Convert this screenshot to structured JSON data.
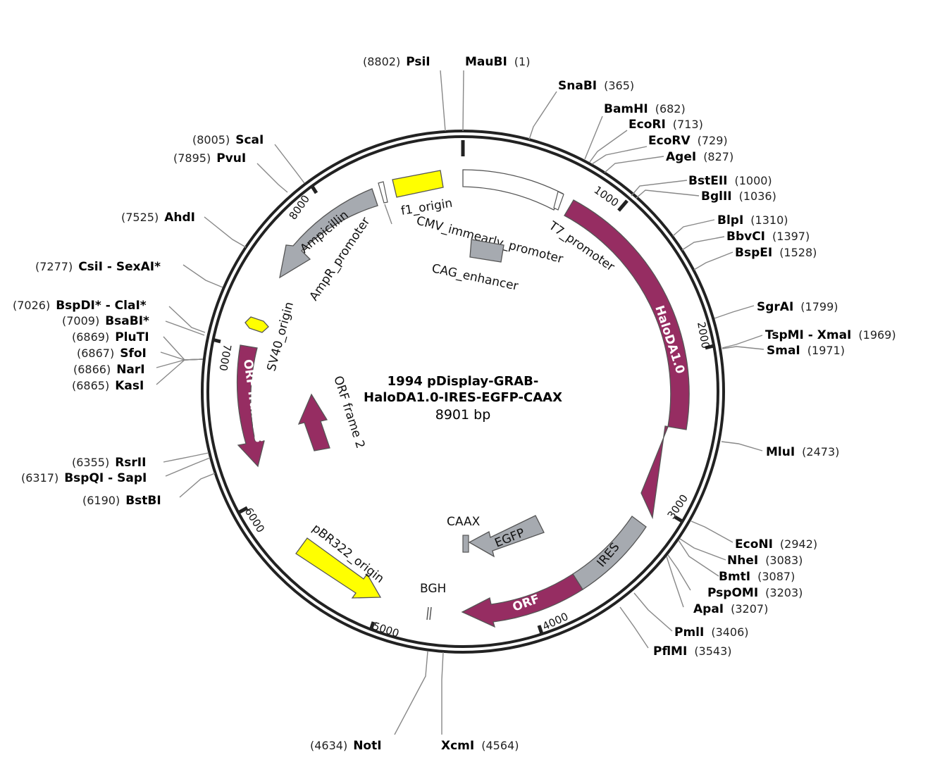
{
  "map": {
    "title_line1": "1994 pDisplay-GRAB-",
    "title_line2": "HaloDA1.0-IRES-EGFP-CAAX",
    "length_label": "8901 bp",
    "colors": {
      "orf": "#962d62",
      "origin": "#ffff00",
      "misc": "#a6aab0",
      "promoter": "#ffffff",
      "backbone": "#222222"
    }
  },
  "ticks": [
    "1000",
    "2000",
    "3000",
    "4000",
    "5000",
    "6000",
    "7000",
    "8000"
  ],
  "sites": [
    {
      "name": "PsiI",
      "pos": "(8802)"
    },
    {
      "name": "MauBI",
      "pos": "(1)"
    },
    {
      "name": "SnaBI",
      "pos": "(365)"
    },
    {
      "name": "BamHI",
      "pos": "(682)"
    },
    {
      "name": "EcoRI",
      "pos": "(713)"
    },
    {
      "name": "EcoRV",
      "pos": "(729)"
    },
    {
      "name": "AgeI",
      "pos": "(827)"
    },
    {
      "name": "BstEII",
      "pos": "(1000)"
    },
    {
      "name": "BglII",
      "pos": "(1036)"
    },
    {
      "name": "BlpI",
      "pos": "(1310)"
    },
    {
      "name": "BbvCI",
      "pos": "(1397)"
    },
    {
      "name": "BspEI",
      "pos": "(1528)"
    },
    {
      "name": "SgrAI",
      "pos": "(1799)"
    },
    {
      "name": "TspMI - XmaI",
      "pos": "(1969)"
    },
    {
      "name": "SmaI",
      "pos": "(1971)"
    },
    {
      "name": "MluI",
      "pos": "(2473)"
    },
    {
      "name": "EcoNI",
      "pos": "(2942)"
    },
    {
      "name": "NheI",
      "pos": "(3083)"
    },
    {
      "name": "BmtI",
      "pos": "(3087)"
    },
    {
      "name": "PspOMI",
      "pos": "(3203)"
    },
    {
      "name": "ApaI",
      "pos": "(3207)"
    },
    {
      "name": "PmlI",
      "pos": "(3406)"
    },
    {
      "name": "PflMI",
      "pos": "(3543)"
    },
    {
      "name": "XcmI",
      "pos": "(4564)"
    },
    {
      "name": "NotI",
      "pos": "(4634)"
    },
    {
      "name": "BstBI",
      "pos": "(6190)"
    },
    {
      "name": "BspQI - SapI",
      "pos": "(6317)"
    },
    {
      "name": "RsrII",
      "pos": "(6355)"
    },
    {
      "name": "KasI",
      "pos": "(6865)"
    },
    {
      "name": "NarI",
      "pos": "(6866)"
    },
    {
      "name": "SfoI",
      "pos": "(6867)"
    },
    {
      "name": "PluTI",
      "pos": "(6869)"
    },
    {
      "name": "BsaBI*",
      "pos": "(7009)"
    },
    {
      "name": "BspDI* - ClaI*",
      "pos": "(7026)"
    },
    {
      "name": "CsiI - SexAI*",
      "pos": "(7277)"
    },
    {
      "name": "AhdI",
      "pos": "(7525)"
    },
    {
      "name": "PvuI",
      "pos": "(7895)"
    },
    {
      "name": "ScaI",
      "pos": "(8005)"
    }
  ],
  "features": {
    "f1_origin": "f1_origin",
    "cmv": "CMV_immearly_promoter",
    "t7": "T7_promoter",
    "cag": "CAG_enhancer",
    "halo": "HaloDA1.0",
    "ires": "IRES",
    "orf": "ORF",
    "egfp": "EGFP",
    "caax": "CAAX",
    "bgh": "BGH",
    "pbr": "pBR322_origin",
    "orf_frame3": "ORF frame 3",
    "orf_frame2": "ORF frame 2",
    "sv40": "SV40_origin",
    "ampr_promoter": "AmpR_promoter",
    "ampicillin": "Ampicillin"
  }
}
